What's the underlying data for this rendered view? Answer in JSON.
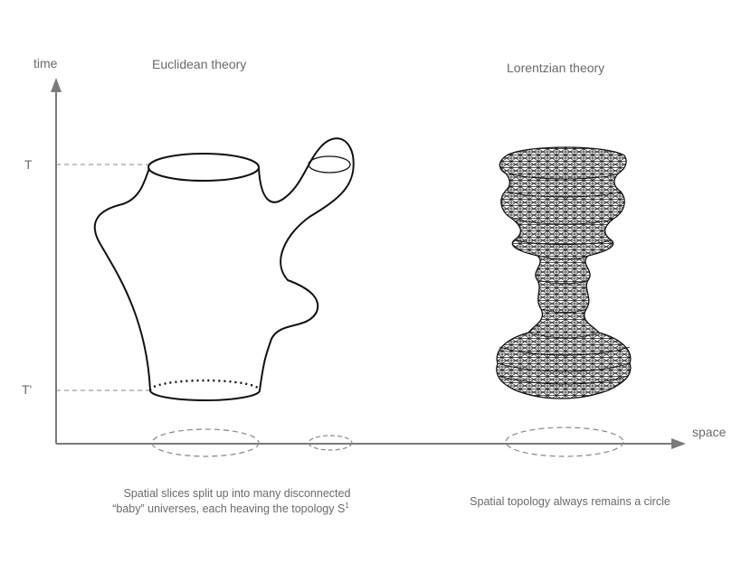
{
  "axes": {
    "y_label": "time",
    "x_label": "space",
    "tick_T": "T",
    "tick_T_prime": "T'"
  },
  "euclidean": {
    "title": "Euclidean theory",
    "caption_line1": "Spatial slices split up into many disconnected",
    "caption_line2": "“baby” universes, each heaving the topology S",
    "caption_sup": "1"
  },
  "lorentzian": {
    "title": "Lorentzian theory",
    "caption": "Spatial topology always remains a circle"
  },
  "colors": {
    "axis": "#7a7a7a",
    "surface_outline": "#111111",
    "dashed_guides": "#888888",
    "text": "#6a6a6a",
    "mesh": "#1a1a1a"
  }
}
